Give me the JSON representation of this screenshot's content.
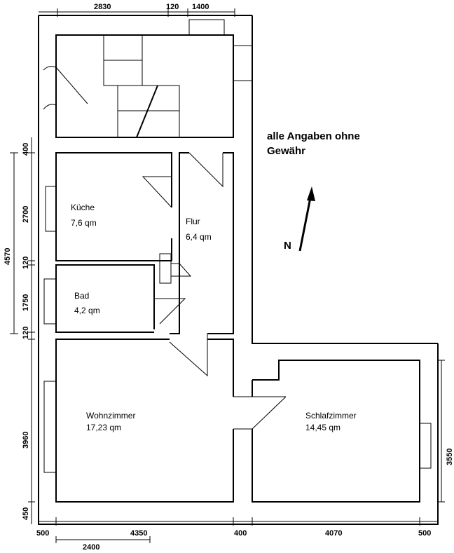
{
  "note": {
    "line1": "alle Angaben ohne",
    "line2": "Gewähr"
  },
  "north_label": "N",
  "rooms": {
    "kueche": {
      "name": "Küche",
      "area": "7,6 qm"
    },
    "flur": {
      "name": "Flur",
      "area": "6,4 qm"
    },
    "bad": {
      "name": "Bad",
      "area": "4,2 qm"
    },
    "wohnzimmer": {
      "name": "Wohnzimmer",
      "area": "17,23 qm"
    },
    "schlafzimmer": {
      "name": "Schlafzimmer",
      "area": "14,45 qm"
    }
  },
  "dimensions": {
    "top": [
      "2830",
      "120",
      "1400"
    ],
    "bottom": [
      "500",
      "4350",
      "400",
      "4070",
      "500"
    ],
    "bottom_extra": "2400",
    "left_inner": [
      "400",
      "2700",
      "120",
      "1750",
      "120",
      "3960",
      "450"
    ],
    "left_outer": "4570",
    "right": "3550"
  }
}
